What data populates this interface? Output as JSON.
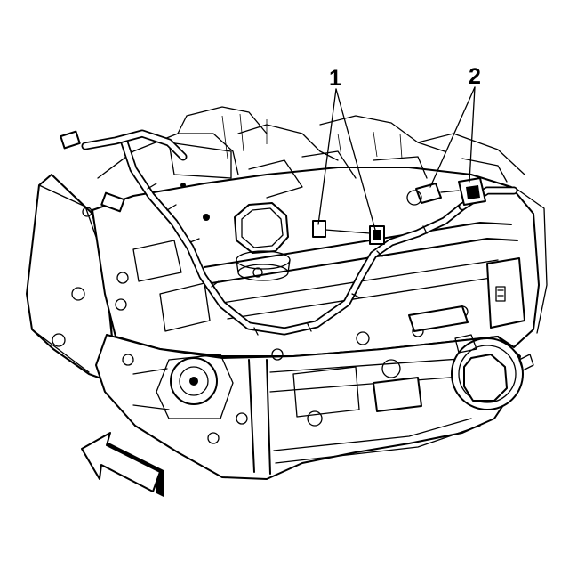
{
  "callouts": [
    {
      "label": "1",
      "target": "wiring-connectors"
    },
    {
      "label": "2",
      "target": "speed-sensor-connectors"
    }
  ],
  "icons": {
    "direction_arrow": "front-direction-arrow-icon"
  }
}
